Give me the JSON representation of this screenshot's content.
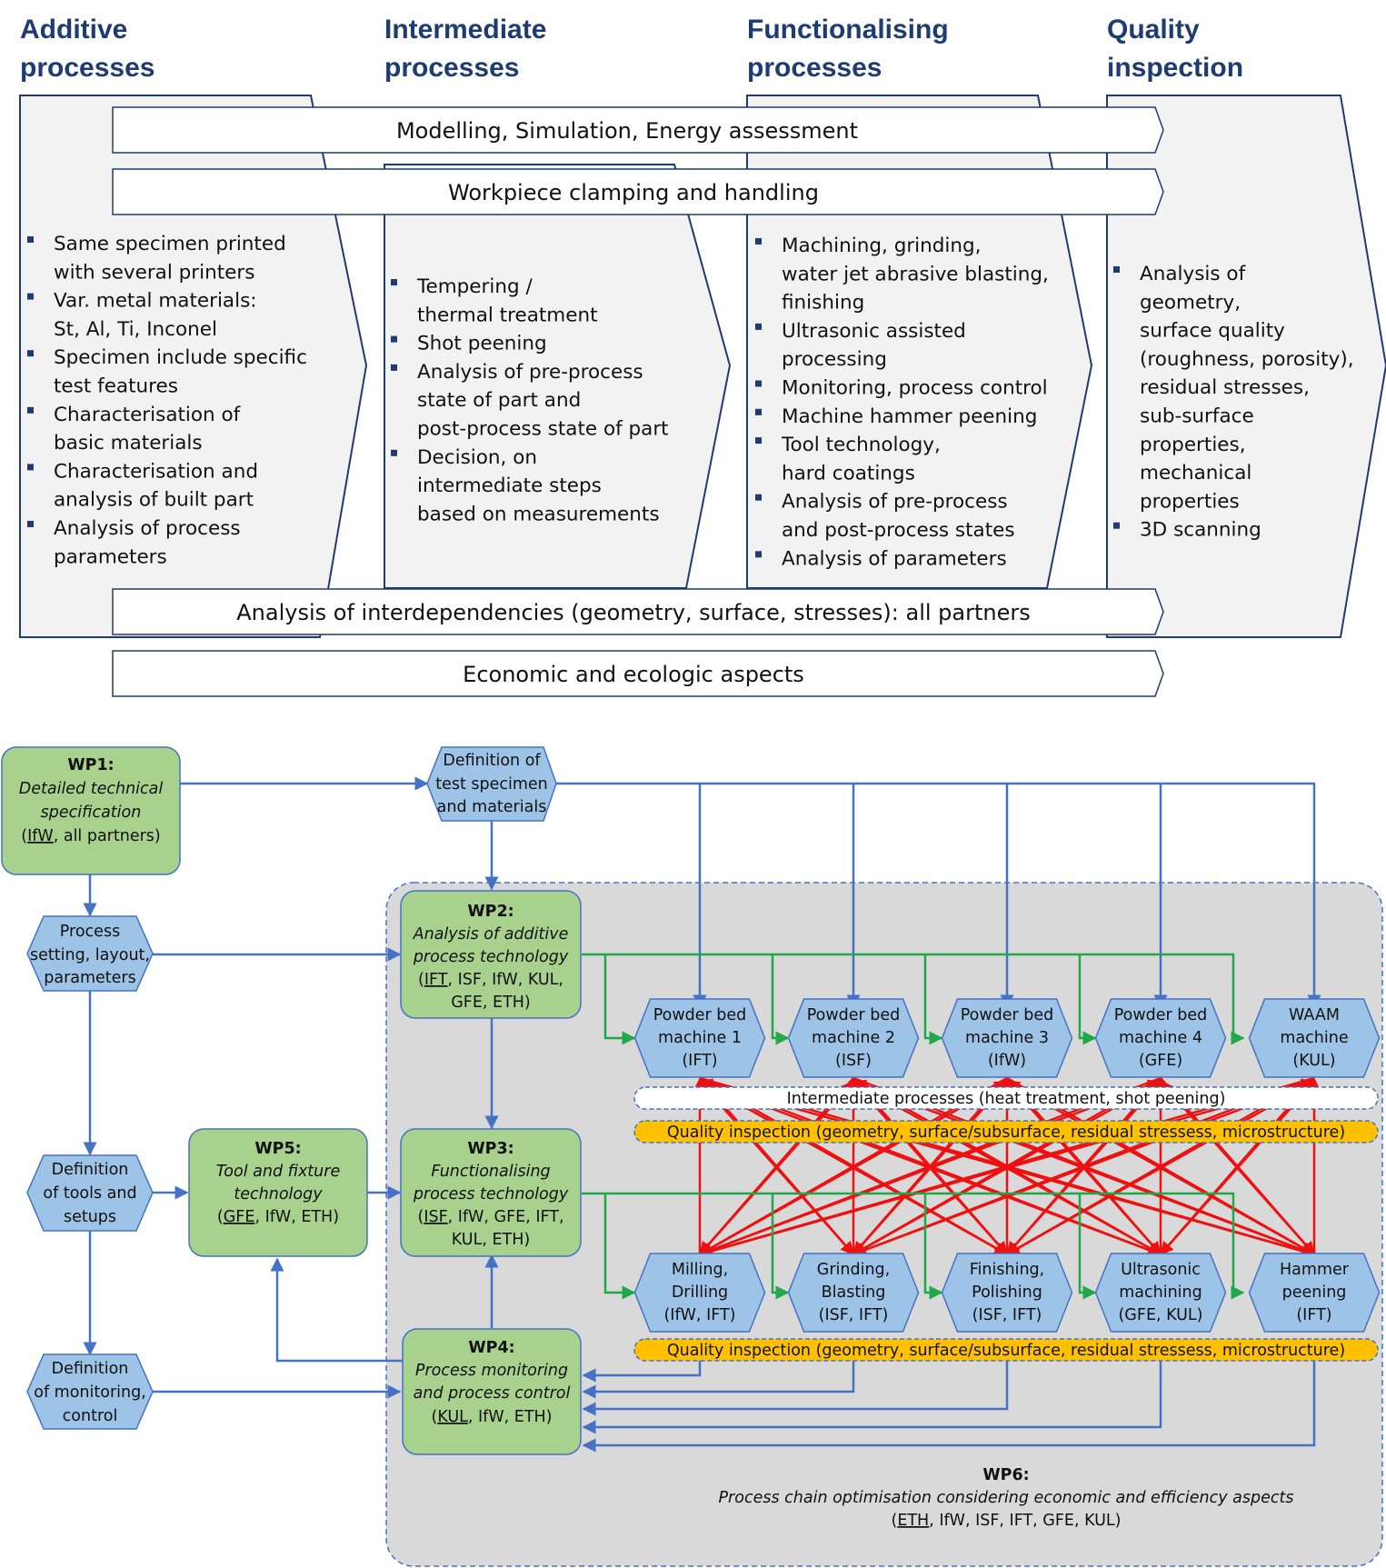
{
  "headers": [
    {
      "line1": "Additive",
      "line2": "processes"
    },
    {
      "line1": "Intermediate",
      "line2": "processes"
    },
    {
      "line1": "Functionalising",
      "line2": "processes"
    },
    {
      "line1": "Quality",
      "line2": "inspection"
    }
  ],
  "bars": {
    "modelling": "Modelling, Simulation, Energy assessment",
    "clamping": "Workpiece clamping and handling",
    "interdependencies": "Analysis of interdependencies (geometry, surface, stresses): all partners",
    "economic": "Economic and ecologic aspects"
  },
  "columns": [
    {
      "lines": [
        {
          "t": "Same specimen printed",
          "b": true
        },
        {
          "t": "with several printers"
        },
        {
          "t": "Var. metal materials:",
          "b": true
        },
        {
          "t": "St, Al, Ti, Inconel"
        },
        {
          "t": "Specimen include specific",
          "b": true
        },
        {
          "t": "test features"
        },
        {
          "t": "Characterisation of",
          "b": true
        },
        {
          "t": "basic materials"
        },
        {
          "t": "Characterisation and",
          "b": true
        },
        {
          "t": "analysis of built part"
        },
        {
          "t": "Analysis of process",
          "b": true
        },
        {
          "t": "parameters"
        }
      ]
    },
    {
      "lines": [
        {
          "t": "Tempering /",
          "b": true
        },
        {
          "t": "thermal treatment"
        },
        {
          "t": "Shot peening",
          "b": true
        },
        {
          "t": "Analysis of pre-process",
          "b": true
        },
        {
          "t": "state of part and"
        },
        {
          "t": "post-process state of part"
        },
        {
          "t": "Decision, on",
          "b": true
        },
        {
          "t": "intermediate steps"
        },
        {
          "t": "based on measurements"
        }
      ]
    },
    {
      "lines": [
        {
          "t": "Machining, grinding,",
          "b": true
        },
        {
          "t": "water jet abrasive blasting,"
        },
        {
          "t": "finishing"
        },
        {
          "t": "Ultrasonic assisted",
          "b": true
        },
        {
          "t": "processing"
        },
        {
          "t": "Monitoring, process control",
          "b": true
        },
        {
          "t": "Machine hammer peening",
          "b": true
        },
        {
          "t": "Tool technology,",
          "b": true
        },
        {
          "t": "hard coatings"
        },
        {
          "t": "Analysis of pre-process",
          "b": true
        },
        {
          "t": "and post-process states"
        },
        {
          "t": "Analysis of parameters",
          "b": true
        }
      ]
    },
    {
      "lines": [
        {
          "t": "Analysis of",
          "b": true
        },
        {
          "t": "geometry,"
        },
        {
          "t": "surface quality"
        },
        {
          "t": "(roughness, porosity),"
        },
        {
          "t": "residual stresses,"
        },
        {
          "t": "sub-surface"
        },
        {
          "t": "properties,"
        },
        {
          "t": "mechanical"
        },
        {
          "t": "properties"
        },
        {
          "t": "3D scanning",
          "b": true
        }
      ]
    }
  ],
  "wp": {
    "wp1": {
      "title": "WP1:",
      "l1": "Detailed technical",
      "l2": "specification",
      "lead": "IfW",
      "rest": ", all partners)"
    },
    "wp2": {
      "title": "WP2:",
      "l1": "Analysis of additive",
      "l2": "process technology",
      "lead": "IFT",
      "rest": ", ISF, IfW, KUL,",
      "l3": "GFE, ETH)"
    },
    "wp3": {
      "title": "WP3:",
      "l1": "Functionalising",
      "l2": "process technology",
      "lead": "ISF",
      "rest": ", IfW, GFE, IFT,",
      "l3": "KUL, ETH)"
    },
    "wp4": {
      "title": "WP4:",
      "l1": "Process monitoring",
      "l2": "and process control",
      "lead": "KUL",
      "rest": ", IfW, ETH)"
    },
    "wp5": {
      "title": "WP5:",
      "l1": "Tool and fixture",
      "l2": "technology",
      "lead": "GFE",
      "rest": ", IfW, ETH)"
    },
    "wp6": {
      "title": "WP6:",
      "l1": "Process chain optimisation considering economic and efficiency aspects",
      "lead": "ETH",
      "rest": ", IfW, ISF, IFT, GFE, KUL)"
    }
  },
  "hex": {
    "spec": [
      "Definition of",
      "test specimen",
      "and materials"
    ],
    "setting": [
      "Process",
      "setting, layout,",
      "parameters"
    ],
    "tools": [
      "Definition",
      "of tools and",
      "setups"
    ],
    "monitoring": [
      "Definition",
      "of monitoring,",
      "control"
    ]
  },
  "machines": [
    [
      "Powder bed",
      "machine 1",
      "(IFT)"
    ],
    [
      "Powder bed",
      "machine 2",
      "(ISF)"
    ],
    [
      "Powder bed",
      "machine 3",
      "(IfW)"
    ],
    [
      "Powder bed",
      "machine 4",
      "(GFE)"
    ],
    [
      "WAAM",
      "machine",
      "(KUL)"
    ]
  ],
  "processes": [
    [
      "Milling,",
      "Drilling",
      "(IfW, IFT)"
    ],
    [
      "Grinding,",
      "Blasting",
      "(ISF, IFT)"
    ],
    [
      "Finishing,",
      "Polishing",
      "(ISF, IFT)"
    ],
    [
      "Ultrasonic",
      "machining",
      "(GFE, KUL)"
    ],
    [
      "Hammer",
      "peening",
      "(IFT)"
    ]
  ],
  "bands": {
    "intermediate": "Intermediate processes (heat treatment, shot peening)",
    "quality1": "Quality inspection (geometry, surface/subsurface, residual stressess, microstructure)",
    "quality2": "Quality inspection (geometry, surface/subsurface, residual stressess, microstructure)"
  },
  "colors": {
    "header": "#1f3b73",
    "wp_fill": "#a9d18e",
    "hex_fill": "#9dc3e6",
    "band_yellow": "#ffc000",
    "panel_gray": "#d9d9d9",
    "arrow_blue": "#4472c4",
    "arrow_green": "#21a84a",
    "arrow_red": "#ee1111"
  }
}
